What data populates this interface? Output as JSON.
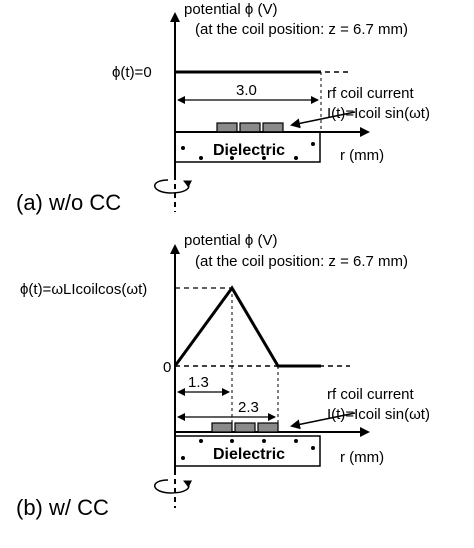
{
  "panel_a": {
    "axis_label": "potential ϕ (V)",
    "position_note": "(at the coil position: z = 6.7 mm)",
    "phi_label": "ϕ(t)=0",
    "distance_label": "3.0",
    "coil_label": "rf coil current",
    "current_formula": "I(t)=Icoil sin(ωt)",
    "dielectric_label": "Dielectric",
    "r_axis_label": "r (mm)",
    "caption": "(a) w/o CC"
  },
  "panel_b": {
    "axis_label": "potential ϕ (V)",
    "position_note": "(at the coil position: z = 6.7 mm)",
    "phi_label": "ϕ(t)=ωLIcoilcos(ωt)",
    "zero_label": "0",
    "distance_label_1": "1.3",
    "distance_label_2": "2.3",
    "coil_label": "rf coil current",
    "current_formula": "I(t)=Icoil sin(ωt)",
    "dielectric_label": "Dielectric",
    "r_axis_label": "r (mm)",
    "caption": "(b) w/ CC"
  },
  "colors": {
    "line": "#000000",
    "coil_fill": "#8a8a8a"
  }
}
